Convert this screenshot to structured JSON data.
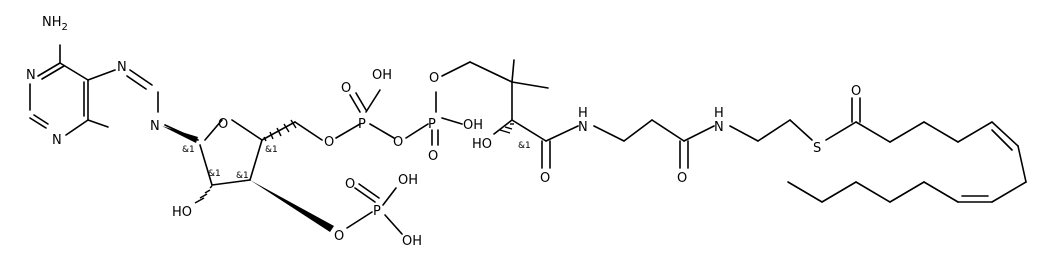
{
  "atoms": {
    "nh2": "NH2",
    "ade_n1": "N",
    "ade_n3": "N",
    "ade_n7": "N",
    "ade_n9": "N",
    "ring_o": "O",
    "o5": "O",
    "pa_o_eq": "O",
    "pa_oh": "OH",
    "pa_obr": "O",
    "pb_o_eq": "O",
    "pb_oh": "OH",
    "pb_o": "O",
    "pa": "P",
    "pb": "P",
    "ho2": "HO",
    "o3": "O",
    "p3": "P",
    "p3_o_eq": "O",
    "p3_oh1": "OH",
    "p3_oh2": "OH",
    "ho_pant": "HO",
    "amide1_o": "O",
    "n_amide1": "N",
    "amide2_o": "O",
    "n_amide2": "N",
    "thioester_o": "O",
    "s": "S",
    "h1": "H",
    "h2": "H"
  },
  "stereo_labels": {
    "c1": "&1",
    "c2": "&1",
    "c3": "&1",
    "c4": "&1",
    "pant": "&1"
  }
}
